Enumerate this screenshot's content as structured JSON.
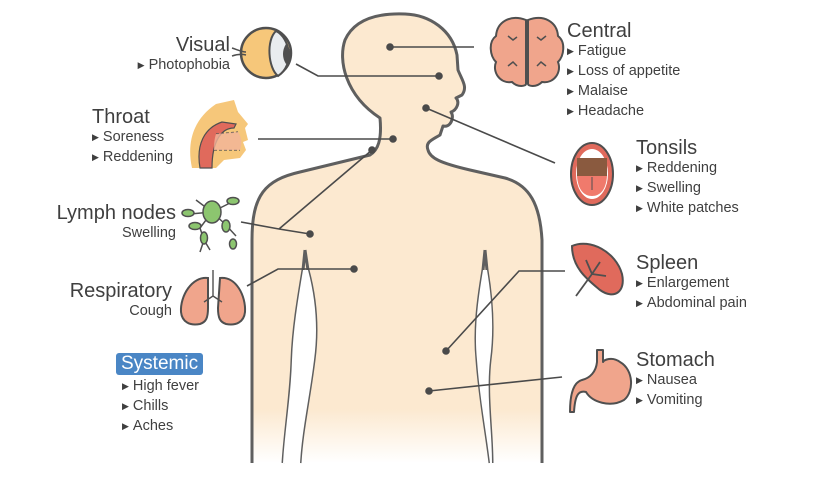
{
  "diagram": {
    "type": "infographic",
    "subject": "Body symptom map",
    "colors": {
      "skin": "#fce9d0",
      "outline": "#5f5f5f",
      "leader_line": "#4a4a4a",
      "organ_pink": "#f0a58c",
      "organ_red": "#e06a5c",
      "lymph_green": "#8cc56f",
      "eye_yellow": "#f6c77a",
      "systemic_badge": "#4a86c5"
    }
  },
  "groups": {
    "visual": {
      "title": "Visual",
      "items": [
        "Photophobia"
      ],
      "icon": "eye-icon"
    },
    "throat": {
      "title": "Throat",
      "items": [
        "Soreness",
        "Reddening"
      ],
      "icon": "throat-icon"
    },
    "lymph": {
      "title": "Lymph nodes",
      "items": [
        "Swelling"
      ],
      "icon": "lymph-nodes-icon"
    },
    "respiratory": {
      "title": "Respiratory",
      "items": [
        "Cough"
      ],
      "icon": "lungs-icon"
    },
    "systemic": {
      "title": "Systemic",
      "items": [
        "High fever",
        "Chills",
        "Aches"
      ]
    },
    "central": {
      "title": "Central",
      "items": [
        "Fatigue",
        "Loss of appetite",
        "Malaise",
        "Headache"
      ],
      "icon": "brain-icon"
    },
    "tonsils": {
      "title": "Tonsils",
      "items": [
        "Reddening",
        "Swelling",
        "White patches"
      ],
      "icon": "mouth-icon"
    },
    "spleen": {
      "title": "Spleen",
      "items": [
        "Enlargement",
        "Abdominal pain"
      ],
      "icon": "spleen-icon"
    },
    "stomach": {
      "title": "Stomach",
      "items": [
        "Nausea",
        "Vomiting"
      ],
      "icon": "stomach-icon"
    }
  },
  "bullet": "▶"
}
